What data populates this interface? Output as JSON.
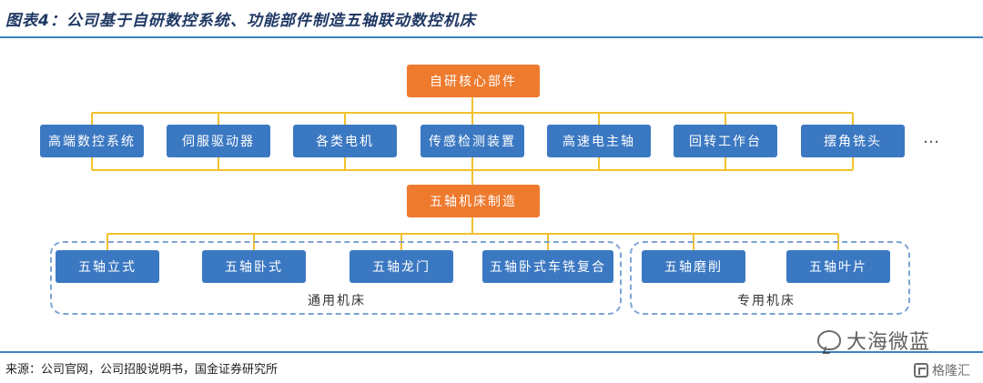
{
  "title": "图表4：公司基于自研数控系统、功能部件制造五轴联动数控机床",
  "root": "自研核心部件",
  "components": [
    "高端数控系统",
    "伺服驱动器",
    "各类电机",
    "传感检测装置",
    "高速电主轴",
    "回转工作台",
    "摆角铣头"
  ],
  "more": "…",
  "middle": "五轴机床制造",
  "groups": {
    "general": {
      "label": "通用机床",
      "items": [
        "五轴立式",
        "五轴卧式",
        "五轴龙门",
        "五轴卧式车铣复合"
      ]
    },
    "special": {
      "label": "专用机床",
      "items": [
        "五轴磨削",
        "五轴叶片"
      ]
    }
  },
  "colors": {
    "orange": "#ee7a2e",
    "blue": "#3b78c2",
    "connector": "#f2c12e",
    "rule": "#3a83c4",
    "group_border": "#7ea4d6"
  },
  "footer": {
    "source": "来源：公司官网，公司招股说明书，国金证券研究所",
    "watermark": "大海微蓝",
    "watermark_icon": "wechat-icon",
    "logo": "格隆汇",
    "logo_icon": "gelonghui-icon"
  }
}
